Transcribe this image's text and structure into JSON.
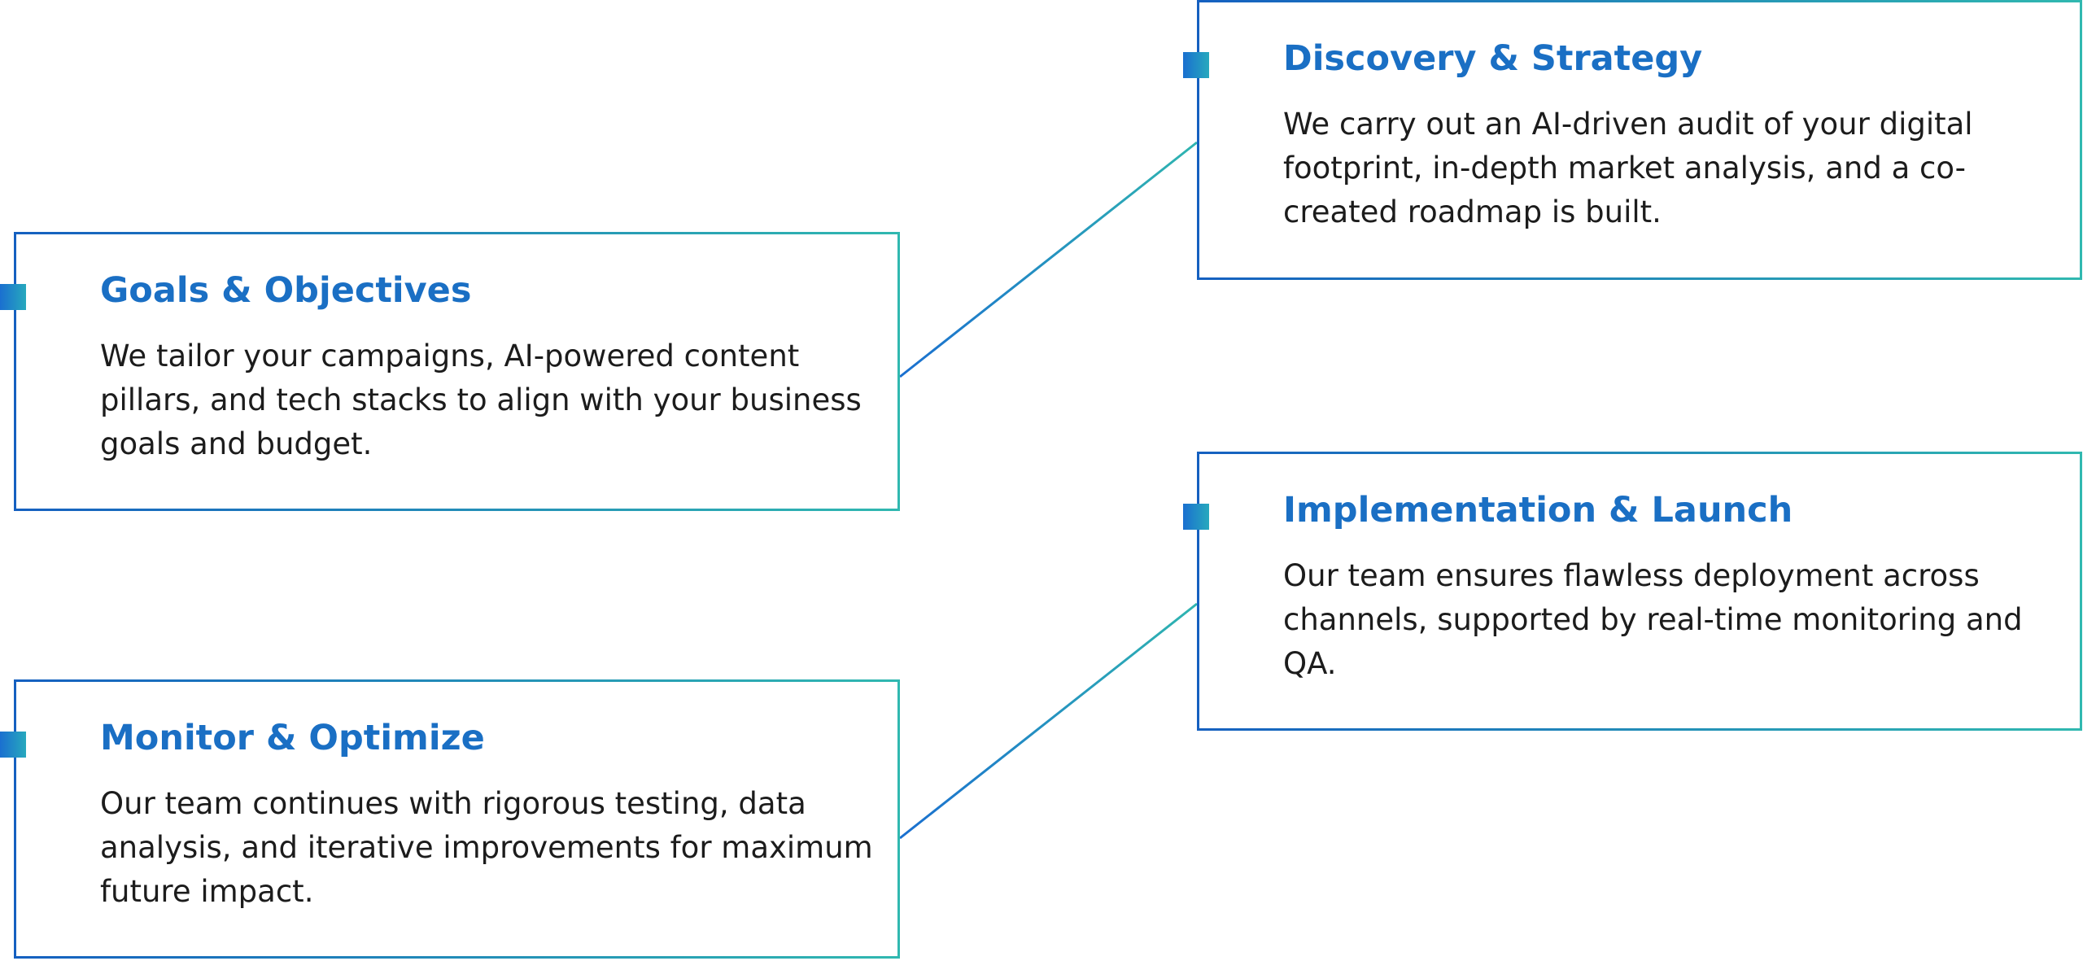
{
  "colors": {
    "title": "#1a6fc4",
    "border_start": "#1560c0",
    "border_end": "#30b8b0",
    "marker_start": "#1a6fd0",
    "marker_end": "#27a9bd",
    "text": "#1c1c1c"
  },
  "steps": [
    {
      "title": "Goals & Objectives",
      "description": "We tailor your campaigns, AI-powered content pillars, and tech stacks to align with your business goals and budget."
    },
    {
      "title": "Discovery & Strategy",
      "description": "We carry out an AI-driven audit of your digital footprint, in-depth market analysis, and a co-created roadmap is built."
    },
    {
      "title": "Implementation & Launch",
      "description": "Our team ensures flawless deployment across channels, supported by real-time monitoring and QA."
    },
    {
      "title": "Monitor & Optimize",
      "description": "Our team continues with rigorous testing, data analysis, and iterative improvements for maximum future impact."
    }
  ]
}
